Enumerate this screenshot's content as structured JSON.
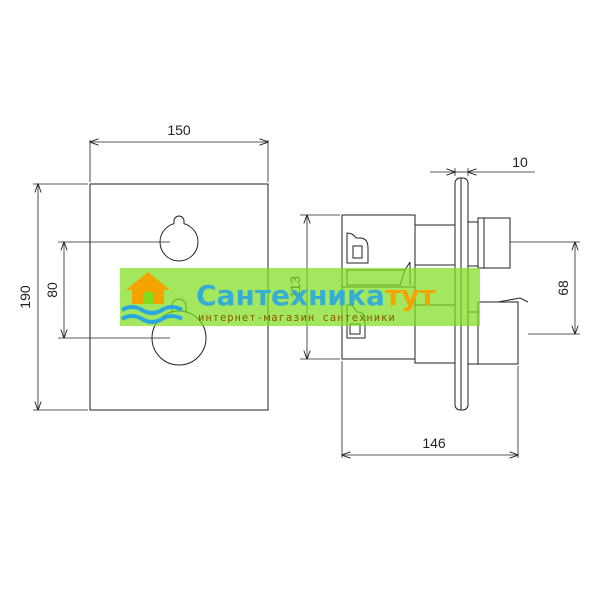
{
  "dimensions": {
    "width": "150",
    "height": "190",
    "knob_spacing": "80",
    "depth": "146",
    "plate_thickness": "10",
    "side_height": "113",
    "outlet_spacing": "68"
  },
  "watermark": {
    "brand_main": "Сантехника",
    "brand_accent": "тут",
    "tagline": "интернет-магазин сантехники"
  },
  "colors": {
    "watermark_green": "#7ede1e",
    "watermark_blue": "#2aa7e0",
    "watermark_orange": "#f5a300",
    "line": "#222222"
  }
}
